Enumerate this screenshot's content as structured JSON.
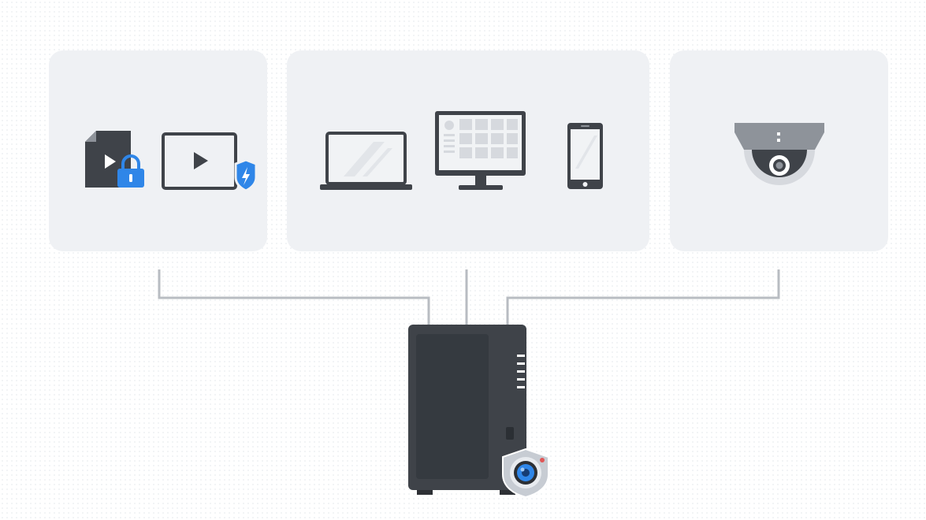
{
  "diagram": {
    "panels": [
      {
        "id": "secure-media",
        "icons": [
          "locked-video-file-icon",
          "protected-video-player-icon"
        ]
      },
      {
        "id": "client-devices",
        "icons": [
          "laptop-icon",
          "desktop-monitor-icon",
          "smartphone-icon"
        ]
      },
      {
        "id": "surveillance",
        "icons": [
          "dome-camera-icon"
        ]
      }
    ],
    "hub": {
      "icons": [
        "nas-server-icon",
        "surveillance-station-badge-icon"
      ]
    },
    "connections": [
      "secure-media-to-nas",
      "client-devices-to-nas",
      "surveillance-to-nas"
    ]
  },
  "colors": {
    "background": "#ffffff",
    "panel": "#eff1f4",
    "device_dark": "#3f4349",
    "device_gray": "#8e939a",
    "screen_light": "#f1f3f5",
    "accent_blue": "#2f86e8",
    "connector_gray": "#b8bcc2"
  }
}
